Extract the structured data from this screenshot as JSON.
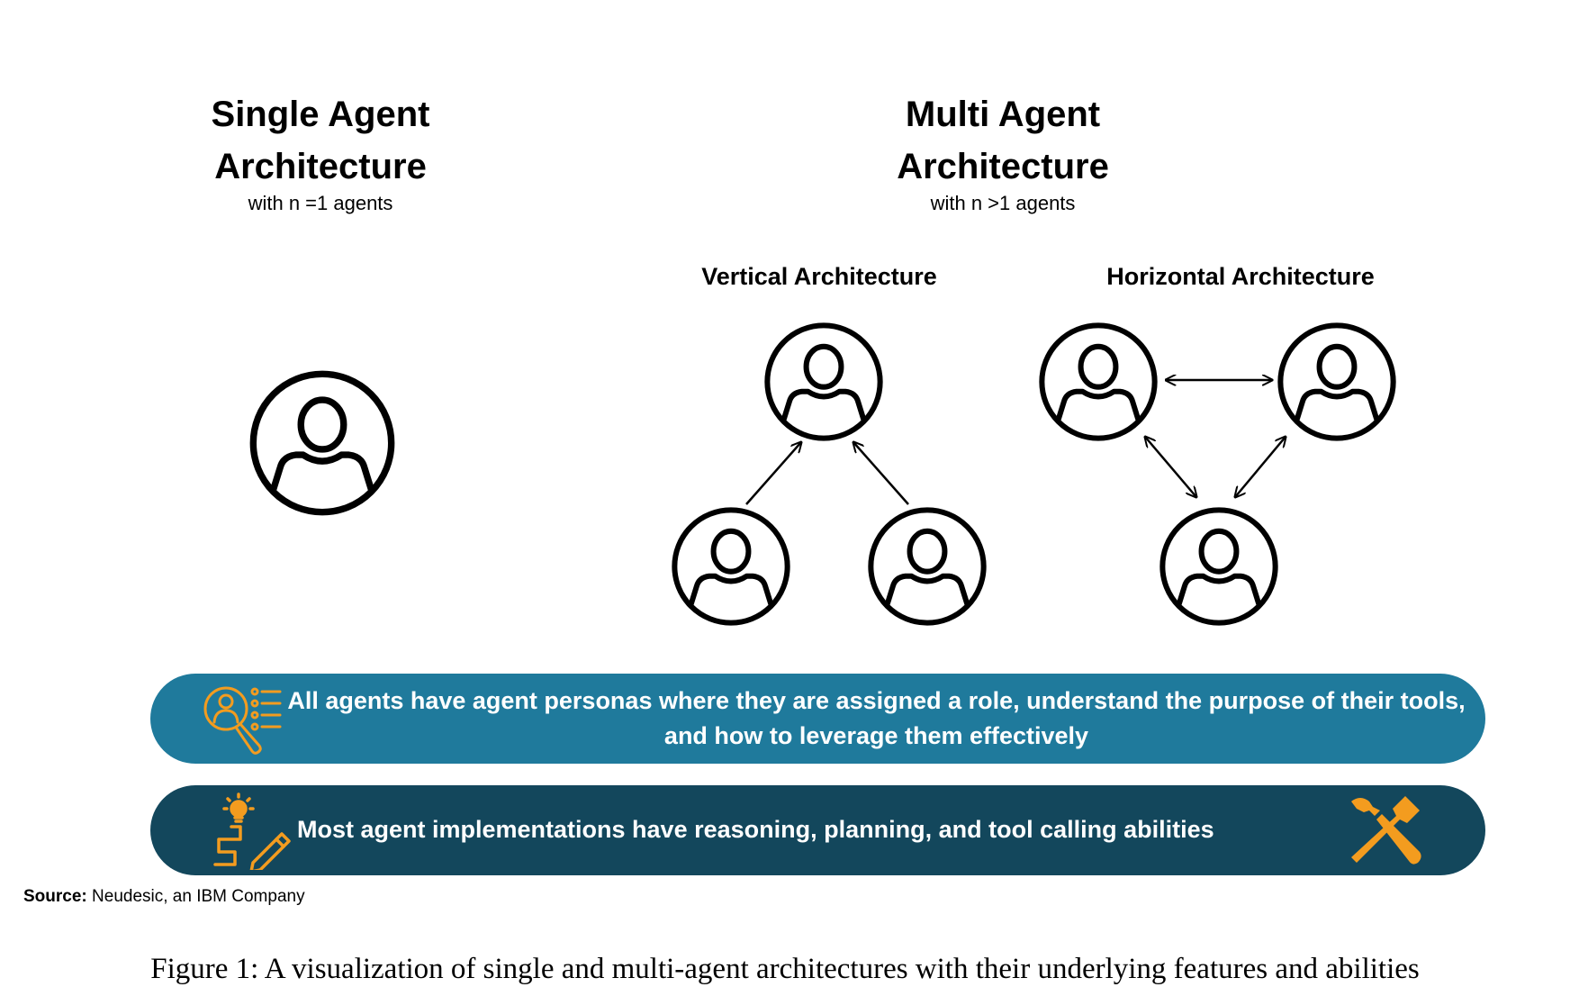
{
  "single": {
    "title_line1": "Single Agent",
    "title_line2": "Architecture",
    "subtitle": "with n =1 agents"
  },
  "multi": {
    "title_line1": "Multi Agent",
    "title_line2": "Architecture",
    "subtitle": "with n >1 agents",
    "vertical_title": "Vertical Architecture",
    "horizontal_title": "Horizontal Architecture"
  },
  "banners": {
    "personas_text": "All agents have agent personas where they are assigned a role, understand the purpose of their tools, and how to leverage them effectively",
    "abilities_text": "Most agent implementations have reasoning, planning, and tool calling abilities"
  },
  "icons": {
    "agent": "person-in-circle-icon",
    "persona": "person-magnifier-list-icon",
    "planning": "lightbulb-path-pencil-icon",
    "tools": "wrench-hammer-icon"
  },
  "colors": {
    "banner_primary": "#1f7a9c",
    "banner_secondary": "#13475c",
    "icon_accent": "#f39c1f",
    "text_on_banner": "#ffffff"
  },
  "source": {
    "label": "Source:",
    "text": "Neudesic, an IBM Company"
  },
  "caption": "Figure 1: A visualization of single and multi-agent architectures with their underlying features and abilities"
}
